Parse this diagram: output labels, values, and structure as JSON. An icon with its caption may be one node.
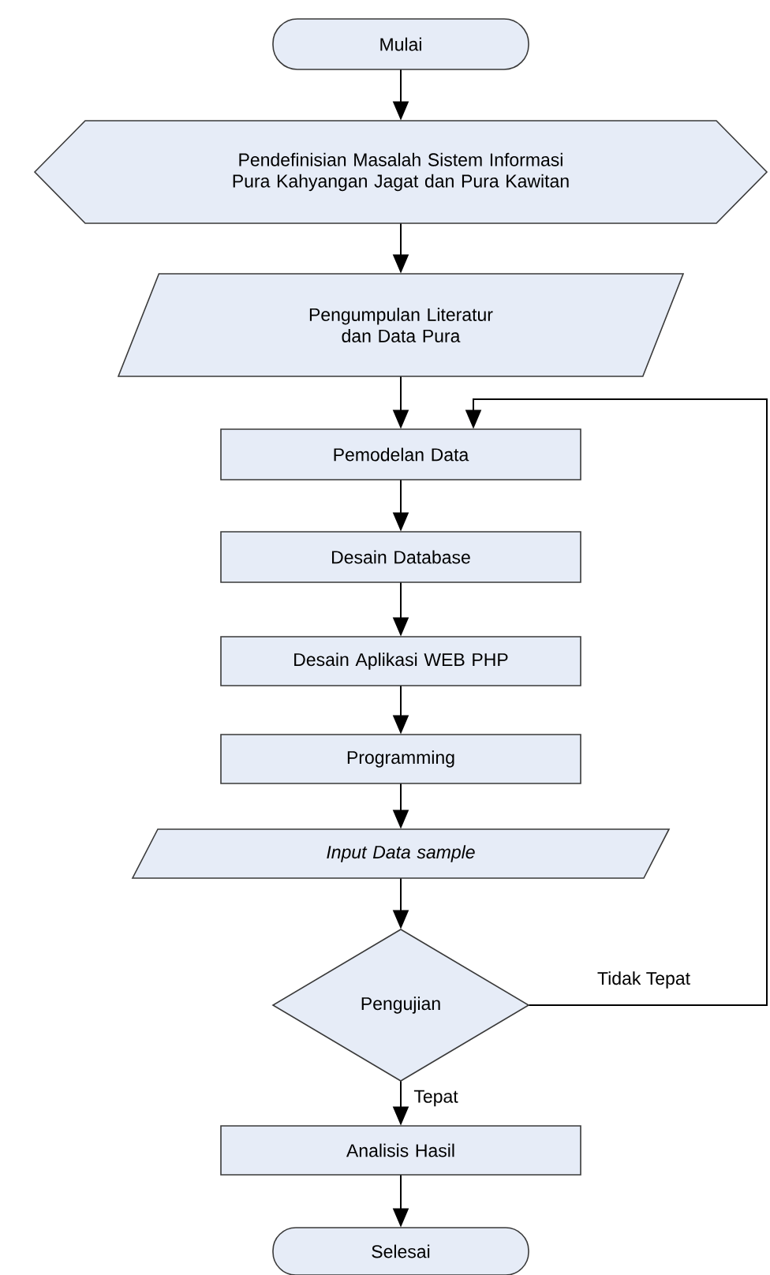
{
  "diagram": {
    "nodes": [
      {
        "text": [
          "Mulai"
        ]
      },
      {
        "text": [
          "Pendefinisian Masalah Sistem Informasi Pura Kahyangan Jagat dan Pura Kawitan"
        ]
      },
      {
        "text": [
          "Pengumpulan Literatur dan Data Pura"
        ]
      },
      {
        "text": [
          "Pemodelan Data"
        ]
      },
      {
        "text": [
          "Desain Database"
        ]
      },
      {
        "text": [
          "Desain Aplikasi WEB PHP"
        ]
      },
      {
        "text": [
          "Programming"
        ]
      },
      {
        "text": [
          "Input Data sample"
        ]
      },
      {
        "text": [
          "Pengujian"
        ]
      },
      {
        "text": [
          "Analisis Hasil"
        ]
      },
      {
        "text": [
          "Selesai"
        ]
      }
    ],
    "edges": [
      {
        "from": 0,
        "to": 1,
        "arrow": "to"
      },
      {
        "from": 1,
        "to": 2,
        "arrow": "to"
      },
      {
        "from": 2,
        "to": 3,
        "arrow": "to"
      },
      {
        "from": 3,
        "to": 4,
        "arrow": "to"
      },
      {
        "from": 4,
        "to": 5,
        "arrow": "to"
      },
      {
        "from": 5,
        "to": 6,
        "arrow": "to"
      },
      {
        "from": 6,
        "to": 7,
        "arrow": "to"
      },
      {
        "from": 7,
        "to": 8,
        "arrow": "to"
      },
      {
        "from": 8,
        "to": 9,
        "arrow": "to",
        "label": "Tepat"
      },
      {
        "from": 8,
        "to": 3,
        "arrow": "to",
        "label": "Tidak Tepat"
      },
      {
        "from": 9,
        "to": 10,
        "arrow": "to"
      }
    ]
  }
}
